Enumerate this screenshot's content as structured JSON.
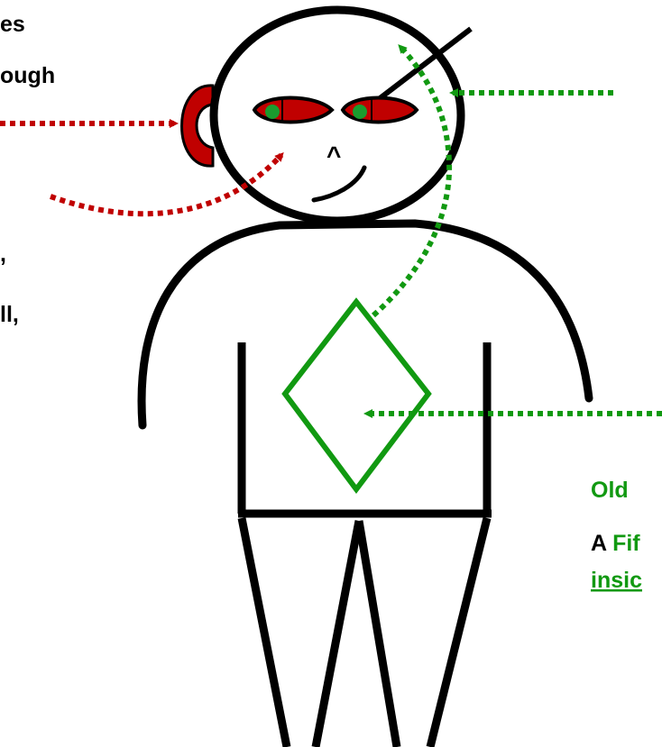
{
  "colors": {
    "body": "#000000",
    "eye_red": "#c00000",
    "pupil_green": "#1a9c2e",
    "heart_green": "#119911",
    "arrow_red": "#c00000",
    "arrow_green": "#119911",
    "text_green": "#119911"
  },
  "text_left": {
    "l1": "es",
    "l2": "ough",
    "l3": ",",
    "l4": "ll,"
  },
  "text_right": {
    "line1_prefix": "Old ",
    "line1_cut": "",
    "line2_a": "A ",
    "line2_b": "Fif",
    "line3": "insic"
  },
  "nose": "^"
}
